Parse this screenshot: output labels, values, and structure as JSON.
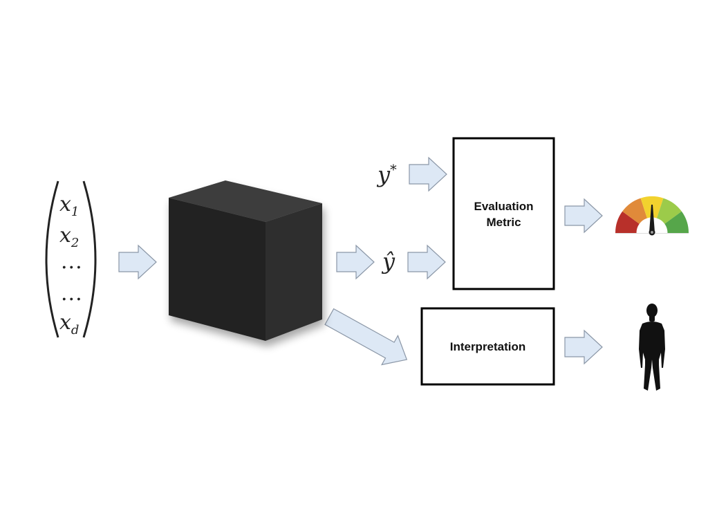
{
  "inputs": {
    "x1": {
      "base": "x",
      "sub": "1"
    },
    "x2": {
      "base": "x",
      "sub": "2"
    },
    "dots1": "...",
    "dots2": "...",
    "xd": {
      "base": "x",
      "sub": "d"
    }
  },
  "ground_truth": {
    "base": "y",
    "sup": "*"
  },
  "prediction": {
    "base": "ŷ"
  },
  "boxes": {
    "evaluation": "Evaluation\nMetric",
    "interpretation": "Interpretation"
  },
  "icons": {
    "model": "black-box-cube-icon",
    "gauge": "gauge-meter-icon",
    "human": "human-silhouette-icon"
  },
  "colors": {
    "arrow_fill": "#dde8f5",
    "arrow_stroke": "#8a96a6",
    "cube_front": "#222222",
    "gauge": [
      "#b8302a",
      "#e08a3a",
      "#f2d22e",
      "#9ccb4a",
      "#56a64a"
    ]
  }
}
